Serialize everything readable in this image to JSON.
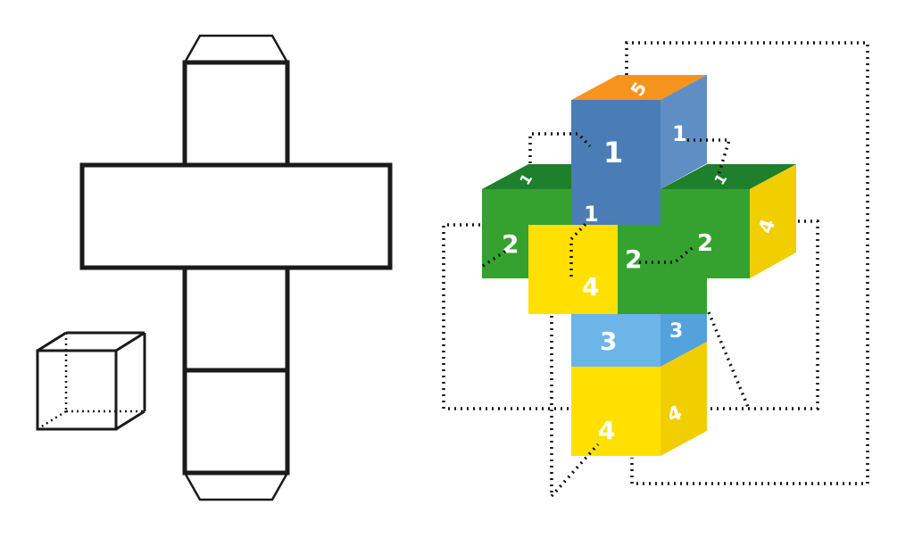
{
  "figure": {
    "left_panel": "cube-net-outline-with-glue-flaps-and-cube-sketch",
    "right_panel": "colored-cube-net-3d-with-fold-connectors"
  },
  "labels": {
    "five": "5",
    "one_front": "1",
    "one_side": "1",
    "one_strip_left": "1",
    "one_strip_right": "1",
    "one_center": "1",
    "two_left": "2",
    "two_mid": "2",
    "two_right": "2",
    "three_front": "3",
    "three_side": "3",
    "four_mid": "4",
    "four_strip_right": "4",
    "four_bottom": "4",
    "four_bottom_side": "4"
  },
  "colors": {
    "background": "#ffffff",
    "outline": "#1a1a1a",
    "dots": "#111111",
    "label_text": "#ffffff",
    "blue": "#4a7db5",
    "blue_side": "#5e8ec4",
    "orange": "#f7941d",
    "green": "#35a22f",
    "green_dark": "#1e7f2c",
    "light_blue": "#6cb5e8",
    "light_blue_side": "#54a2db",
    "yellow": "#ffe000",
    "yellow_side": "#f0ce00"
  }
}
